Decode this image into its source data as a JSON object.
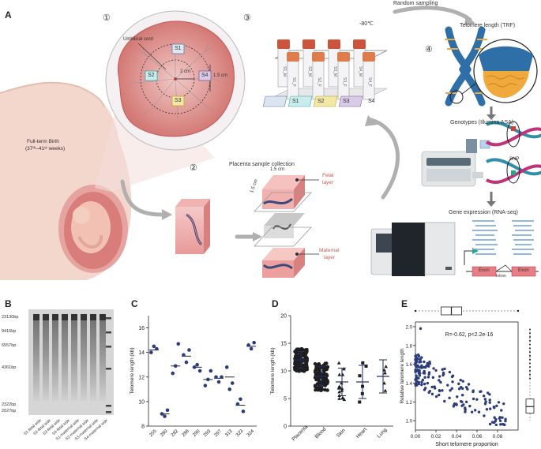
{
  "panelA": {
    "letter": "A",
    "step1": "①",
    "step2": "②",
    "step3": "③",
    "step4": "④",
    "umbilical": "Umbilical cord",
    "s1": "S1",
    "s2": "S2",
    "s3": "S3",
    "s4": "S4",
    "d2cm": "2 cm",
    "d15cm": "1.5 cm",
    "birth_line1": "Full-term Birth",
    "birth_line2": "(37ᵗʰ–41ˢᵗ weeks)",
    "collection": "Placenta sample collection",
    "cube15a": "1.5 cm",
    "cube15b": "1.5 cm",
    "fetal1": "Fetal",
    "fetal2": "layer",
    "maternal1": "Maternal",
    "maternal2": "layer",
    "temp": "-80℃",
    "random": "Random sampling",
    "tube_labels": [
      "S1_M",
      "S1_F",
      "S2_M",
      "S2_F",
      "S3_M",
      "S3_F",
      "S4_M",
      "S4_F"
    ],
    "rack_labels": [
      "S1",
      "S2",
      "S3",
      "S4"
    ],
    "telomere": "Telomere length (TRF)",
    "genotypes": "Genotypes (Illumina ASA)",
    "snp": "SNP",
    "expression": "Gene expression (RNA-seq)",
    "exon1": "Exon",
    "intron": "Intron",
    "exon2": "Exon"
  },
  "panelB": {
    "letter": "B",
    "markers": [
      "23130bp",
      "9416bp",
      "6557bp",
      "4361bp",
      "2322bp",
      "2027bp"
    ],
    "lanes": [
      "S1-fetal side",
      "S2-fetal side",
      "S3-fetal side",
      "S4-fetal side",
      "S1-maternal side",
      "S2-maternal side",
      "S3-maternal side",
      "S4-maternal side"
    ]
  },
  "panelC": {
    "letter": "C"
  },
  "panelD": {
    "letter": "D"
  },
  "panelE": {
    "letter": "E",
    "stat": "R=-0.62, p<2.2e-16"
  },
  "chart_data": [
    {
      "panel": "C",
      "type": "scatter",
      "ylabel": "Telomere length (kb)",
      "ylim": [
        8,
        17
      ],
      "yticks": [
        8,
        10,
        12,
        14,
        16
      ],
      "categories": [
        "255",
        "280",
        "282",
        "286",
        "290",
        "293",
        "297",
        "313",
        "323",
        "324"
      ],
      "points": [
        [
          14.0,
          14.5,
          14.3
        ],
        [
          9.0,
          8.8,
          9.3
        ],
        [
          12.3,
          12.9,
          14.7
        ],
        [
          13.8,
          13.2,
          14.2
        ],
        [
          12.8,
          13.0,
          12.5
        ],
        [
          11.3,
          11.8,
          12.5
        ],
        [
          12.0,
          11.6,
          12.0
        ],
        [
          12.8,
          11.0,
          11.5
        ],
        [
          9.8,
          10.2,
          9.2
        ],
        [
          14.6,
          14.3,
          14.8
        ]
      ],
      "means": [
        14.2,
        9.0,
        12.9,
        13.7,
        12.8,
        11.8,
        11.9,
        12.0,
        9.7,
        14.5
      ]
    },
    {
      "panel": "D",
      "type": "scatter",
      "ylabel": "Telomere length (kb)",
      "ylim": [
        0,
        20
      ],
      "yticks": [
        0,
        5,
        10,
        15,
        20
      ],
      "categories": [
        "Placenta",
        "Blood",
        "Skin",
        "Heart",
        "Lung"
      ],
      "means": [
        12,
        9,
        8,
        8,
        9
      ],
      "sd": [
        1.5,
        1.8,
        2.5,
        3,
        3
      ]
    },
    {
      "panel": "E",
      "type": "scatter",
      "xlabel": "Short telomere proportion",
      "ylabel": "Relative telomere length",
      "xlim": [
        0,
        0.1
      ],
      "ylim": [
        0.9,
        2.05
      ],
      "xticks": [
        0.0,
        0.02,
        0.04,
        0.06,
        0.08
      ],
      "yticks": [
        1.0,
        1.2,
        1.4,
        1.6,
        1.8,
        2.0
      ],
      "annotation": "R=-0.62, p<2.2e-16"
    }
  ]
}
